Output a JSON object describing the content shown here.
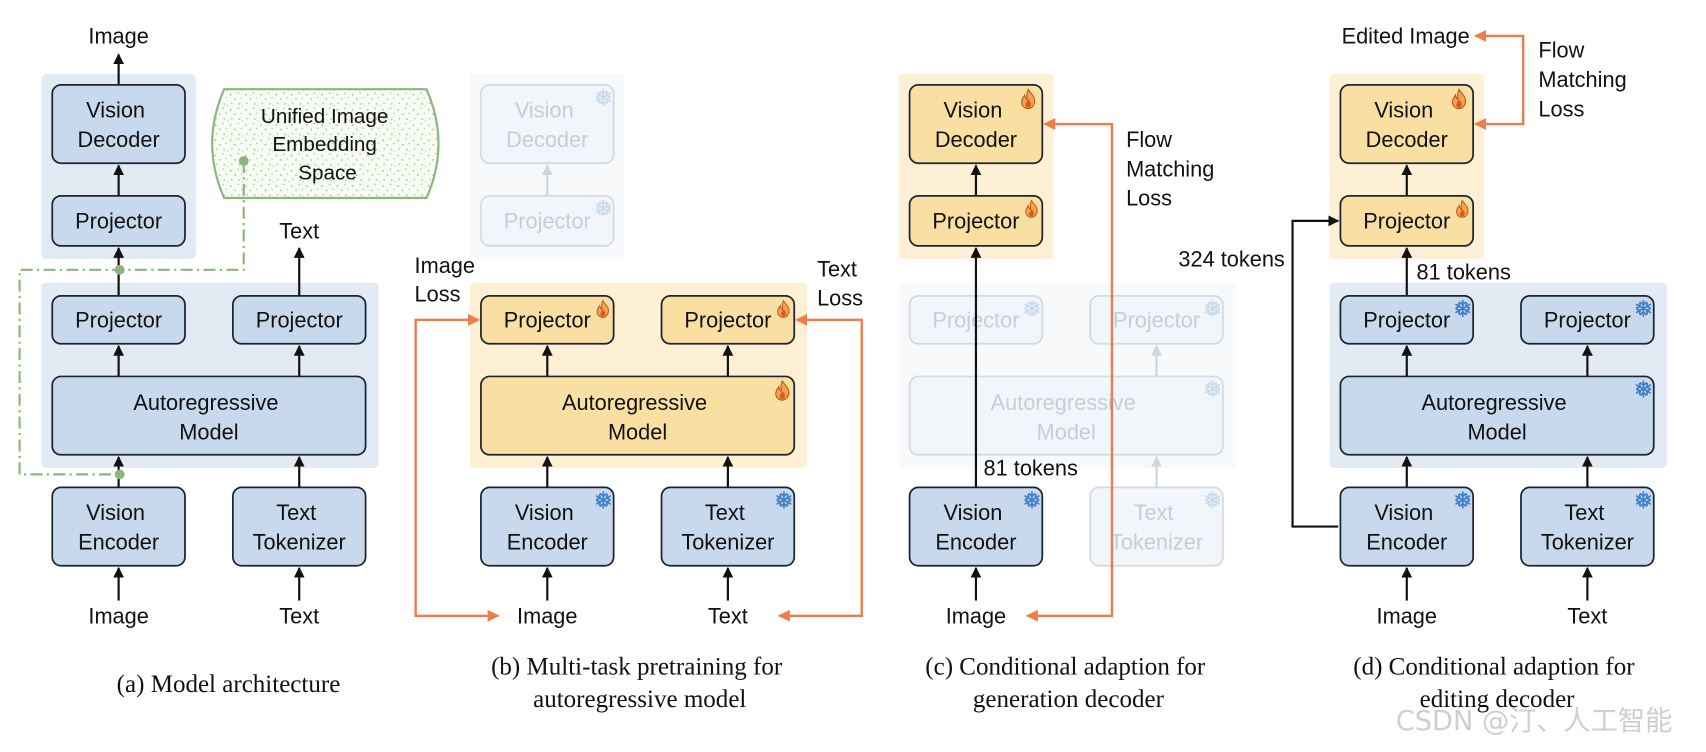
{
  "panel_a": {
    "output_image": "Image",
    "vision_decoder": [
      "Vision",
      "Decoder"
    ],
    "decoder_projector": "Projector",
    "embedding_space": [
      "Unified Image",
      "Embedding",
      "Space"
    ],
    "output_text": "Text",
    "image_projector": "Projector",
    "text_projector": "Projector",
    "autoregressive_model": [
      "Autoregressive",
      "Model"
    ],
    "vision_encoder": [
      "Vision",
      "Encoder"
    ],
    "text_tokenizer": [
      "Text",
      "Tokenizer"
    ],
    "input_image": "Image",
    "input_text": "Text",
    "caption": [
      "(a) Model architecture"
    ]
  },
  "panel_b": {
    "vision_decoder": [
      "Vision",
      "Decoder"
    ],
    "decoder_projector": "Projector",
    "image_loss": [
      "Image",
      "Loss"
    ],
    "text_loss": [
      "Text",
      "Loss"
    ],
    "image_projector": "Projector",
    "text_projector": "Projector",
    "autoregressive_model": [
      "Autoregressive",
      "Model"
    ],
    "vision_encoder": [
      "Vision",
      "Encoder"
    ],
    "text_tokenizer": [
      "Text",
      "Tokenizer"
    ],
    "input_image": "Image",
    "input_text": "Text",
    "caption": [
      "(b) Multi-task pretraining for",
      "autoregressive model"
    ]
  },
  "panel_c": {
    "vision_decoder": [
      "Vision",
      "Decoder"
    ],
    "decoder_projector": "Projector",
    "loss": [
      "Flow",
      "Matching",
      "Loss"
    ],
    "image_projector": "Projector",
    "text_projector": "Projector",
    "autoregressive_model": [
      "Autoregressive",
      "Model"
    ],
    "vision_encoder": [
      "Vision",
      "Encoder"
    ],
    "text_tokenizer": [
      "Text",
      "Tokenizer"
    ],
    "token_count": "81 tokens",
    "input_image": "Image",
    "caption": [
      "(c) Conditional adaption for",
      "generation decoder"
    ]
  },
  "panel_d": {
    "output_image": "Edited Image",
    "loss": [
      "Flow",
      "Matching",
      "Loss"
    ],
    "vision_decoder": [
      "Vision",
      "Decoder"
    ],
    "decoder_projector": "Projector",
    "token_count": "81 tokens",
    "skip_token_count": "324 tokens",
    "image_projector": "Projector",
    "text_projector": "Projector",
    "autoregressive_model": [
      "Autoregressive",
      "Model"
    ],
    "vision_encoder": [
      "Vision",
      "Encoder"
    ],
    "text_tokenizer": [
      "Text",
      "Tokenizer"
    ],
    "input_image": "Image",
    "input_text": "Text",
    "caption": [
      "(d) Conditional adaption for",
      "editing decoder"
    ]
  },
  "icons": {
    "trainable": "fire-icon",
    "frozen": "snowflake-icon"
  },
  "colors": {
    "frozen_module": "#c8d9ee",
    "trainable_module": "#f9e0a2",
    "loss_arrow": "#ef7d4c",
    "embedding_space": "#8db57e",
    "snowflake": "#3f7fc6",
    "flame": "#f5a24a"
  },
  "watermark": "CSDN @汀、人工智能"
}
